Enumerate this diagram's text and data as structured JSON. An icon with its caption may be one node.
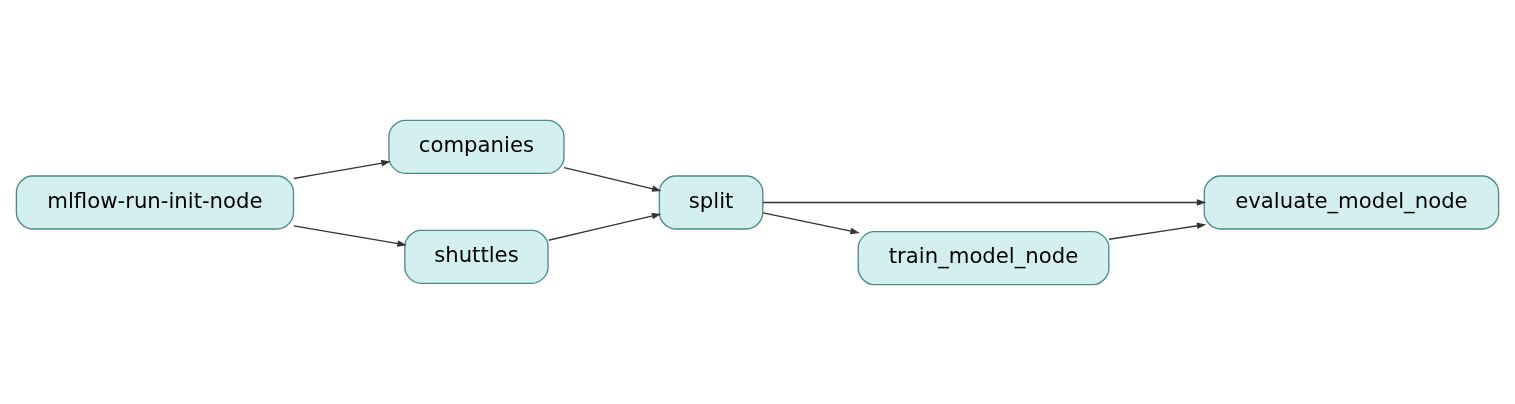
{
  "diagram": {
    "nodes": [
      {
        "text": [
          "mlflow-run-init-node"
        ]
      },
      {
        "text": [
          "companies"
        ]
      },
      {
        "text": [
          "shuttles"
        ]
      },
      {
        "text": [
          "split"
        ]
      },
      {
        "text": [
          "evaluate_model_node"
        ]
      },
      {
        "text": [
          "train_model_node"
        ]
      }
    ],
    "edges": [
      {
        "from": 0,
        "to": 1,
        "arrow": "to"
      },
      {
        "from": 0,
        "to": 2,
        "arrow": "to"
      },
      {
        "from": 1,
        "to": 3,
        "arrow": "to"
      },
      {
        "from": 2,
        "to": 3,
        "arrow": "to"
      },
      {
        "from": 3,
        "to": 4,
        "arrow": "to"
      },
      {
        "from": 3,
        "to": 5,
        "arrow": "to"
      },
      {
        "from": 5,
        "to": 4,
        "arrow": "to"
      }
    ]
  }
}
